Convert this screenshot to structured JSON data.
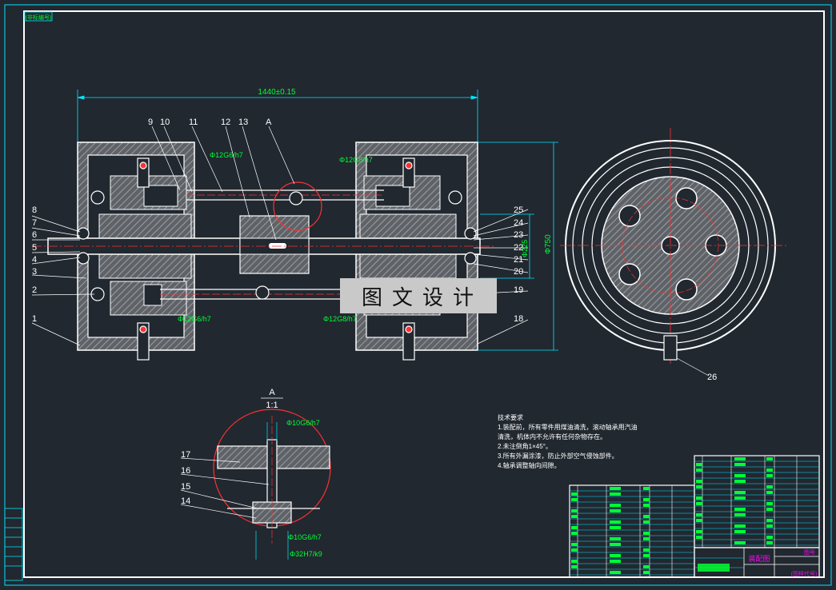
{
  "drawing": {
    "corner_tag": "(非标编号)",
    "overall_dimension": "1440±0.15",
    "diameter_750": "Φ750",
    "diameter_225": "Φ225",
    "fits_top": [
      "Φ12G6/h7",
      "Φ12G8/h7"
    ],
    "fits_bottom": [
      "Φ12G6/h7",
      "Φ12G8/h7"
    ],
    "section_marker": "A",
    "left_part_numbers": [
      "8",
      "7",
      "6",
      "5",
      "4",
      "3",
      "2",
      "1"
    ],
    "top_part_numbers": [
      "9",
      "10",
      "11",
      "12",
      "13",
      "A"
    ],
    "right_part_numbers": [
      "25",
      "24",
      "23",
      "22",
      "21",
      "20",
      "19",
      "18"
    ],
    "circle_part_number": "26"
  },
  "detail": {
    "title": "A",
    "scale": "1:1",
    "fit_top": "Φ10G6/h7",
    "fit_mid": "Φ10G6/h7",
    "fit_bot": "Φ32H7/k9",
    "part_numbers": [
      "17",
      "16",
      "15",
      "14"
    ]
  },
  "tech_notes": {
    "heading": "技术要求",
    "lines": [
      "1.装配前，所有零件用煤油清洗，滚动轴承用汽油",
      "清洗，机体内不允许有任何杂物存在。",
      "2.未注倒角1×45°。",
      "3.所有外漏涂漆，防止外部空气侵蚀部件。",
      "4.轴承调整轴向间隙。"
    ]
  },
  "title_block": {
    "name": "装配图",
    "sheet": "图号",
    "footer": "(图样代号)"
  },
  "watermark": "图文设计",
  "colors": {
    "background": "#212830",
    "outline": "#ffffff",
    "dimension": "#00e5ff",
    "hatch": "#9aa0a6",
    "center": "#ff3030",
    "green_text": "#00ff33",
    "magenta": "#ff00ff"
  }
}
